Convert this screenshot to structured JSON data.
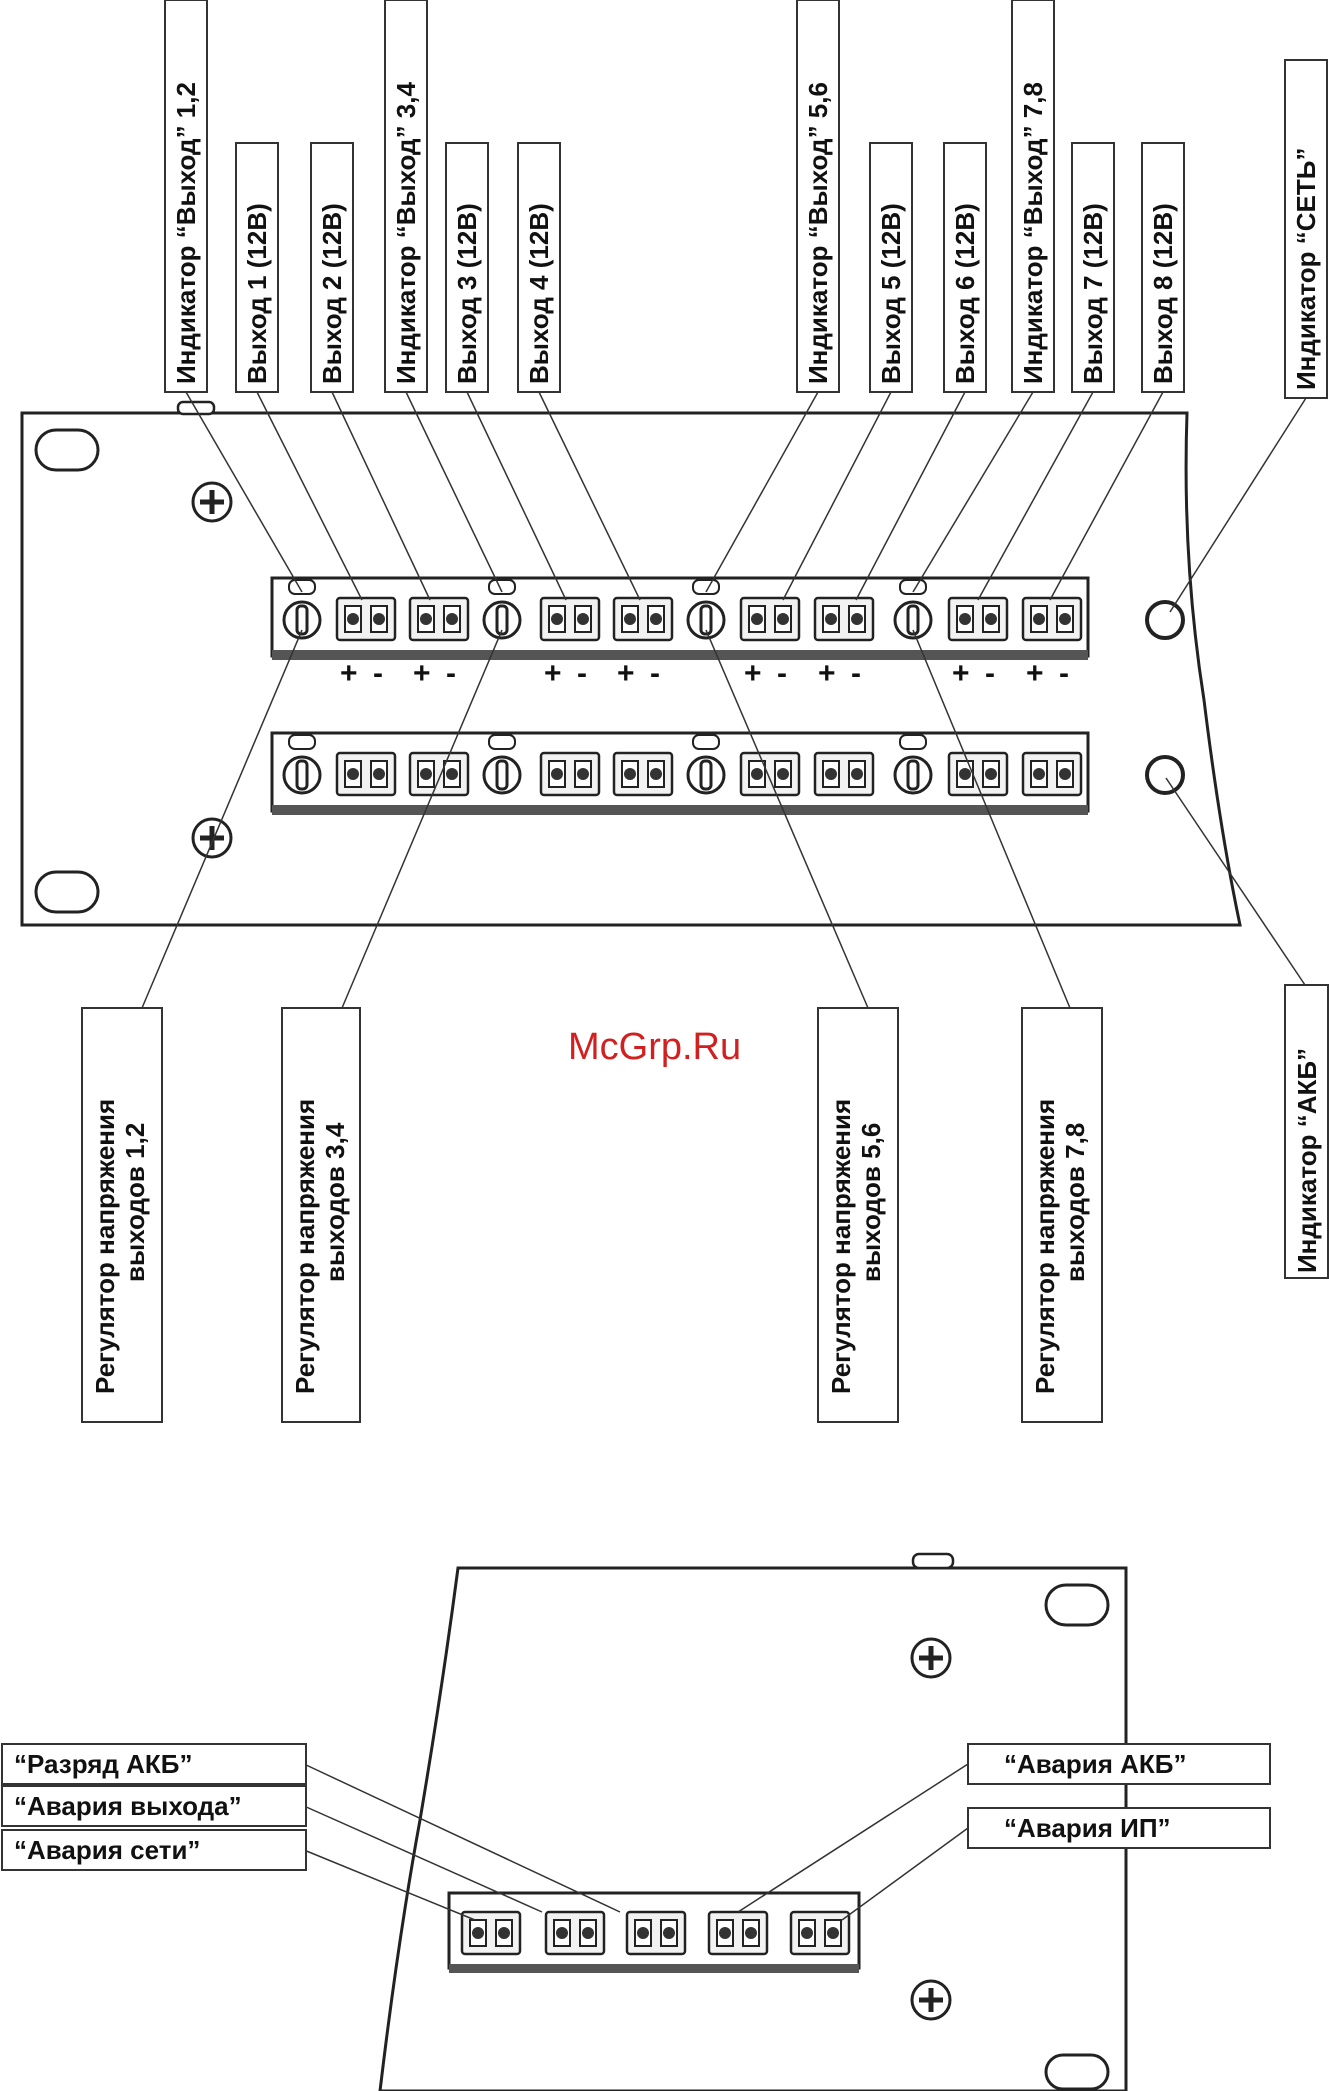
{
  "watermark": "McGrp.Ru",
  "top_labels": [
    "Индикатор “Выход” 1,2",
    "Выход 1 (12В)",
    "Выход 2 (12В)",
    "Индикатор “Выход” 3,4",
    "Выход 3 (12В)",
    "Выход 4 (12В)",
    "Индикатор “Выход” 5,6",
    "Выход 5 (12В)",
    "Выход 6 (12В)",
    "Индикатор “Выход” 7,8",
    "Выход 7 (12В)",
    "Выход 8 (12В)",
    "Индикатор “СЕТЬ”"
  ],
  "polarity": {
    "plus": "+",
    "minus": "-"
  },
  "regulators": [
    [
      "Регулятор напряжения",
      "выходов 1,2"
    ],
    [
      "Регулятор напряжения",
      "выходов 3,4"
    ],
    [
      "Регулятор напряжения",
      "выходов 5,6"
    ],
    [
      "Регулятор напряжения",
      "выходов 7,8"
    ]
  ],
  "akb_indicator": "Индикатор “АКБ”",
  "bottom_left_labels": [
    "“Разряд АКБ”",
    "“Авария выхода”",
    "“Авария сети”"
  ],
  "bottom_right_labels": [
    "“Авария АКБ”",
    "“Авария ИП”"
  ]
}
